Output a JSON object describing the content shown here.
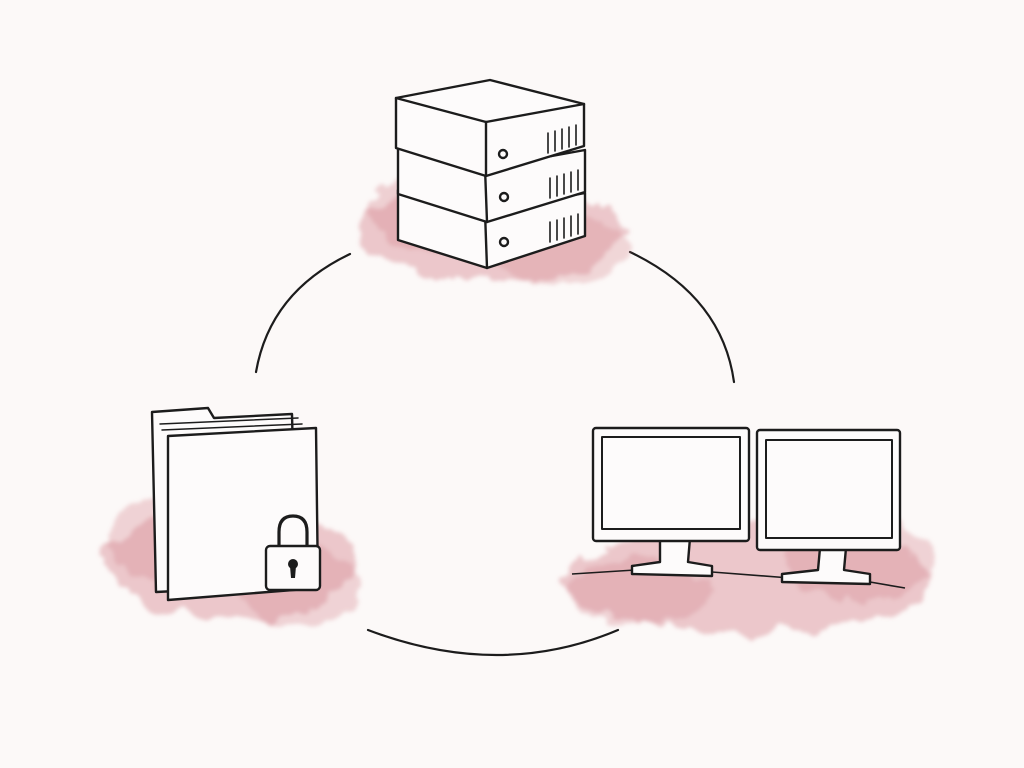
{
  "diagram": {
    "nodes": [
      {
        "id": "server",
        "icon": "server-stack-icon"
      },
      {
        "id": "secure-folder",
        "icon": "locked-folder-icon"
      },
      {
        "id": "workstation",
        "icon": "dual-monitor-icon"
      }
    ],
    "connectors": [
      {
        "from": "secure-folder",
        "to": "server"
      },
      {
        "from": "server",
        "to": "workstation"
      },
      {
        "from": "workstation",
        "to": "secure-folder"
      }
    ]
  },
  "colors": {
    "background": "#fcf9f8",
    "ink": "#1c1c1c",
    "wash": "#d4848c",
    "fill": "#fdfbfb"
  }
}
